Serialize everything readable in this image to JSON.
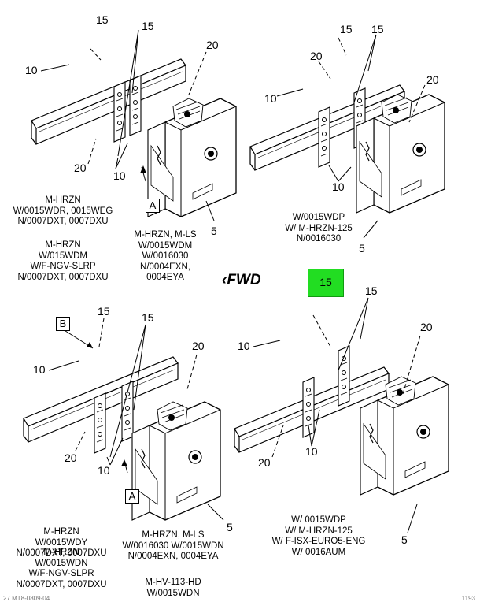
{
  "callouts": {
    "c10": "10",
    "c15": "15",
    "c20": "20",
    "c5": "5"
  },
  "view_labels": {
    "a": "A",
    "b": "B"
  },
  "fwd_label": "FWD",
  "highlight_label": "15",
  "notes": {
    "tl_1": "M-HRZN\nW/0015WDR, 0015WEG\nN/0007DXT, 0007DXU",
    "tl_2": "M-HRZN\nW/015WDM\nW/F-NGV-SLRP\nN/0007DXT, 0007DXU",
    "tl_3": "M-HRZN, M-LS\nW/0015WDM\nW/0016030\nN/0004EXN,\n0004EYA",
    "tr_1": "W/0015WDP\nW/ M-HRZN-125\nN/0016030",
    "bl_1": "M-HRZN\nW/0015WDY\nN/0007DXT, 0007DXU",
    "bl_2": "M-HRZN\nW/0015WDN\nW/F-NGV-SLPR\nN/0007DXT, 0007DXU",
    "bl_3": "M-HRZN, M-LS\nW/0016030 W/0015WDN\nN/0004EXN, 0004EYA",
    "bl_4": "M-HV-113-HD\nW/0015WDN",
    "br_1": "W/ 0015WDP\nW/ M-HRZN-125\nW/ F-ISX-EURO5-ENG\nW/ 0016AUM"
  },
  "footer": {
    "left": "27 MT8-0809-04",
    "right": "1193"
  }
}
